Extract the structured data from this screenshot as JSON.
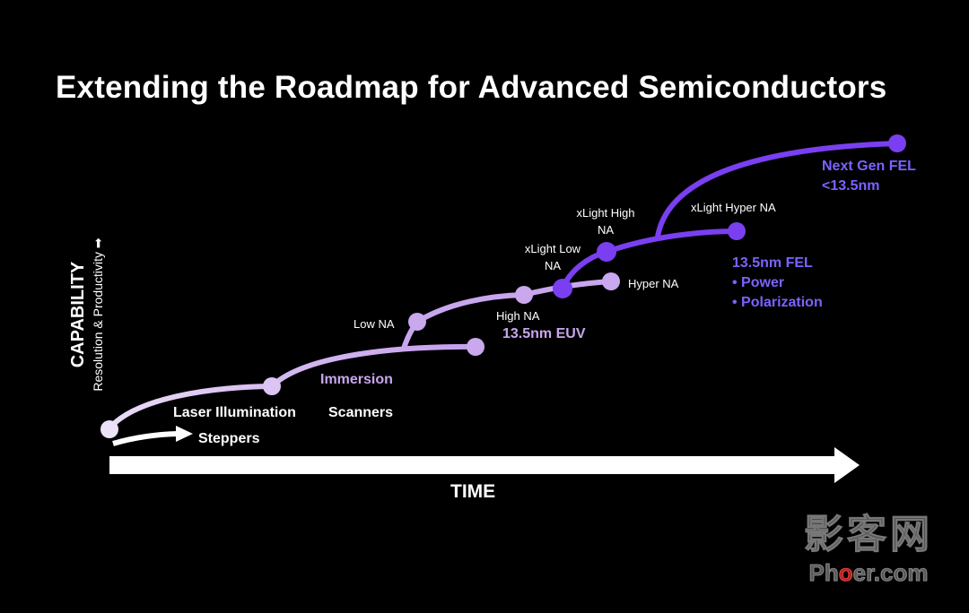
{
  "title": "Extending the Roadmap for Advanced Semiconductors",
  "axis": {
    "y_label": "CAPABILITY",
    "y_sublabel": "Resolution & Productivity",
    "x_label": "TIME"
  },
  "labels": {
    "steppers": "Steppers",
    "laser_illumination": "Laser Illumination",
    "scanners": "Scanners",
    "immersion": "Immersion",
    "low_na": "Low NA",
    "high_na": "High NA",
    "euv": "13.5nm EUV",
    "hyper_na": "Hyper NA",
    "xlight_low_na_1": "xLight Low",
    "xlight_low_na_2": "NA",
    "xlight_high_na_1": "xLight High",
    "xlight_high_na_2": "NA",
    "xlight_hyper_na": "xLight Hyper NA",
    "fel_title": "13.5nm FEL",
    "fel_bullet_1": "•  Power",
    "fel_bullet_2": "•  Polarization",
    "next_gen_1": "Next Gen FEL",
    "next_gen_2": "<13.5nm"
  },
  "colors": {
    "background": "#000000",
    "lavender_light": "#e6d8f4",
    "lavender_mid": "#c8a6ee",
    "violet": "#7a3ff0",
    "purple_label": "#7a63ff",
    "arrow": "#ffffff"
  },
  "watermark": {
    "chinese": "影客网",
    "site_pre": "Ph",
    "site_o": "o",
    "site_post": "er.com"
  }
}
